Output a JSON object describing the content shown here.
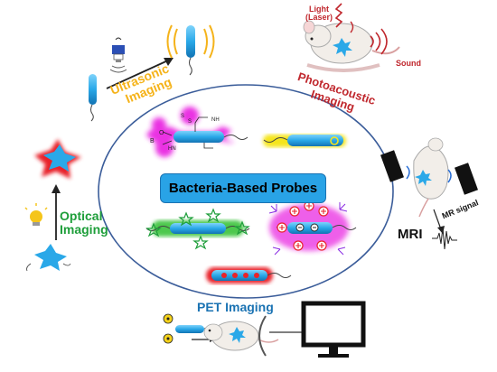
{
  "center_label": "Bacteria-Based Probes",
  "modalities": {
    "ultrasonic": {
      "line1": "Ultrasonic",
      "line2": "Imaging",
      "color": "#f5b31a"
    },
    "photoacoustic": {
      "line1": "Photoacoustic",
      "line2": "Imaging",
      "color": "#c0272d"
    },
    "light_label": {
      "line1": "Light",
      "line2": "(Laser)"
    },
    "sound_label": "Sound",
    "optical": {
      "line1": "Optical",
      "line2": "Imaging",
      "color": "#1e9e3a"
    },
    "mri": "MRI",
    "mr_signal": "MR signal",
    "pet": {
      "label": "PET Imaging",
      "color": "#1b73b3"
    }
  },
  "colors": {
    "bacteria_blue": "#2aa8e8",
    "magenta": "#e81ee0",
    "yellow": "#f5e51a",
    "green": "#2fbf2f",
    "red": "#e8232a"
  }
}
